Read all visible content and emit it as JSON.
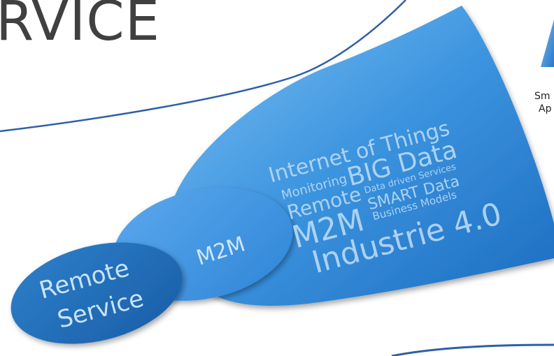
{
  "title": "RVICE",
  "blobs": {
    "remote_service": [
      "Remote",
      "Service"
    ],
    "m2m": "M2M"
  },
  "word_cloud": {
    "iot": "Internet of Things",
    "monitoring": "Monitoring",
    "big_data": "BIG Data",
    "remote": "Remote",
    "data_driven": "Data driven Services",
    "m2m": "M2M",
    "smart_data": "SMART Data",
    "business_models": "Business Models",
    "industrie": "Industrie 4.0"
  },
  "side_label": [
    "Sm",
    "Ap"
  ],
  "colors": {
    "line": "#2f5fa7",
    "blob_dark": "#1f6fb8",
    "blob_light": "#6ab3ee",
    "text_light": "#cfe6fb"
  }
}
